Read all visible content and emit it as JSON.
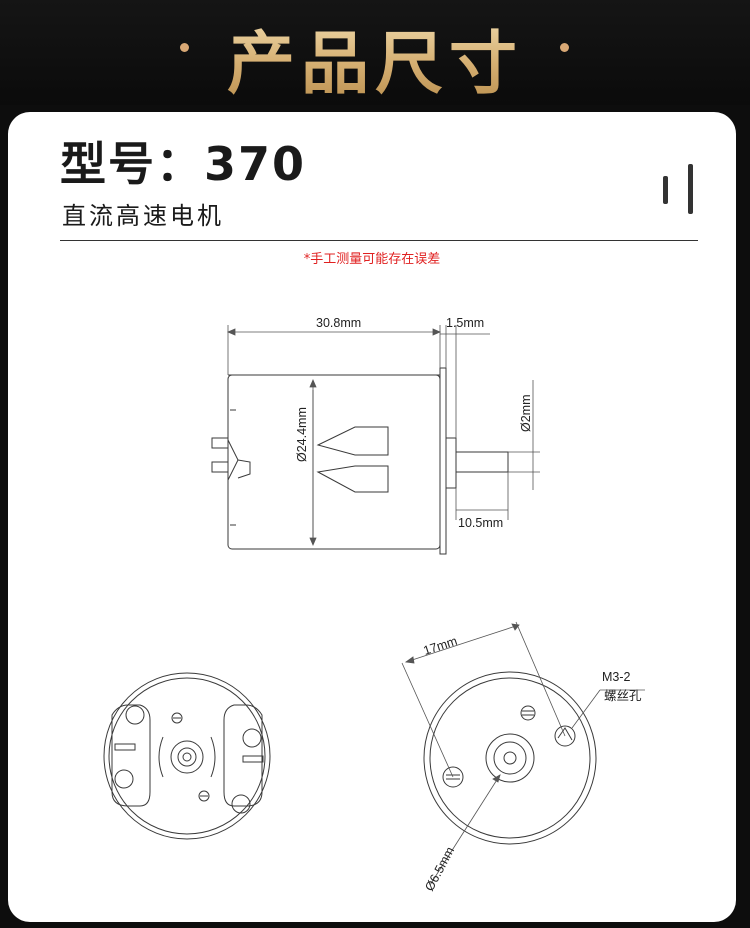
{
  "header": {
    "title": "产品尺寸"
  },
  "spec": {
    "model": "型号：370",
    "motor_type": "直流高速电机",
    "disclaimer": "*手工测量可能存在误差"
  },
  "dimensions": {
    "length": "30.8mm",
    "flange": "1.5mm",
    "diameter": "Ø24.4mm",
    "shaft_diameter": "Ø2mm",
    "shaft_length": "10.5mm",
    "hole_spacing": "17mm",
    "screw_spec": "M3-2",
    "screw_label": "螺丝孔",
    "boss_diameter": "Ø6.5mm"
  },
  "colors": {
    "accent_gold": "#d9b67c",
    "note_red": "#e02020",
    "line": "#444444"
  }
}
